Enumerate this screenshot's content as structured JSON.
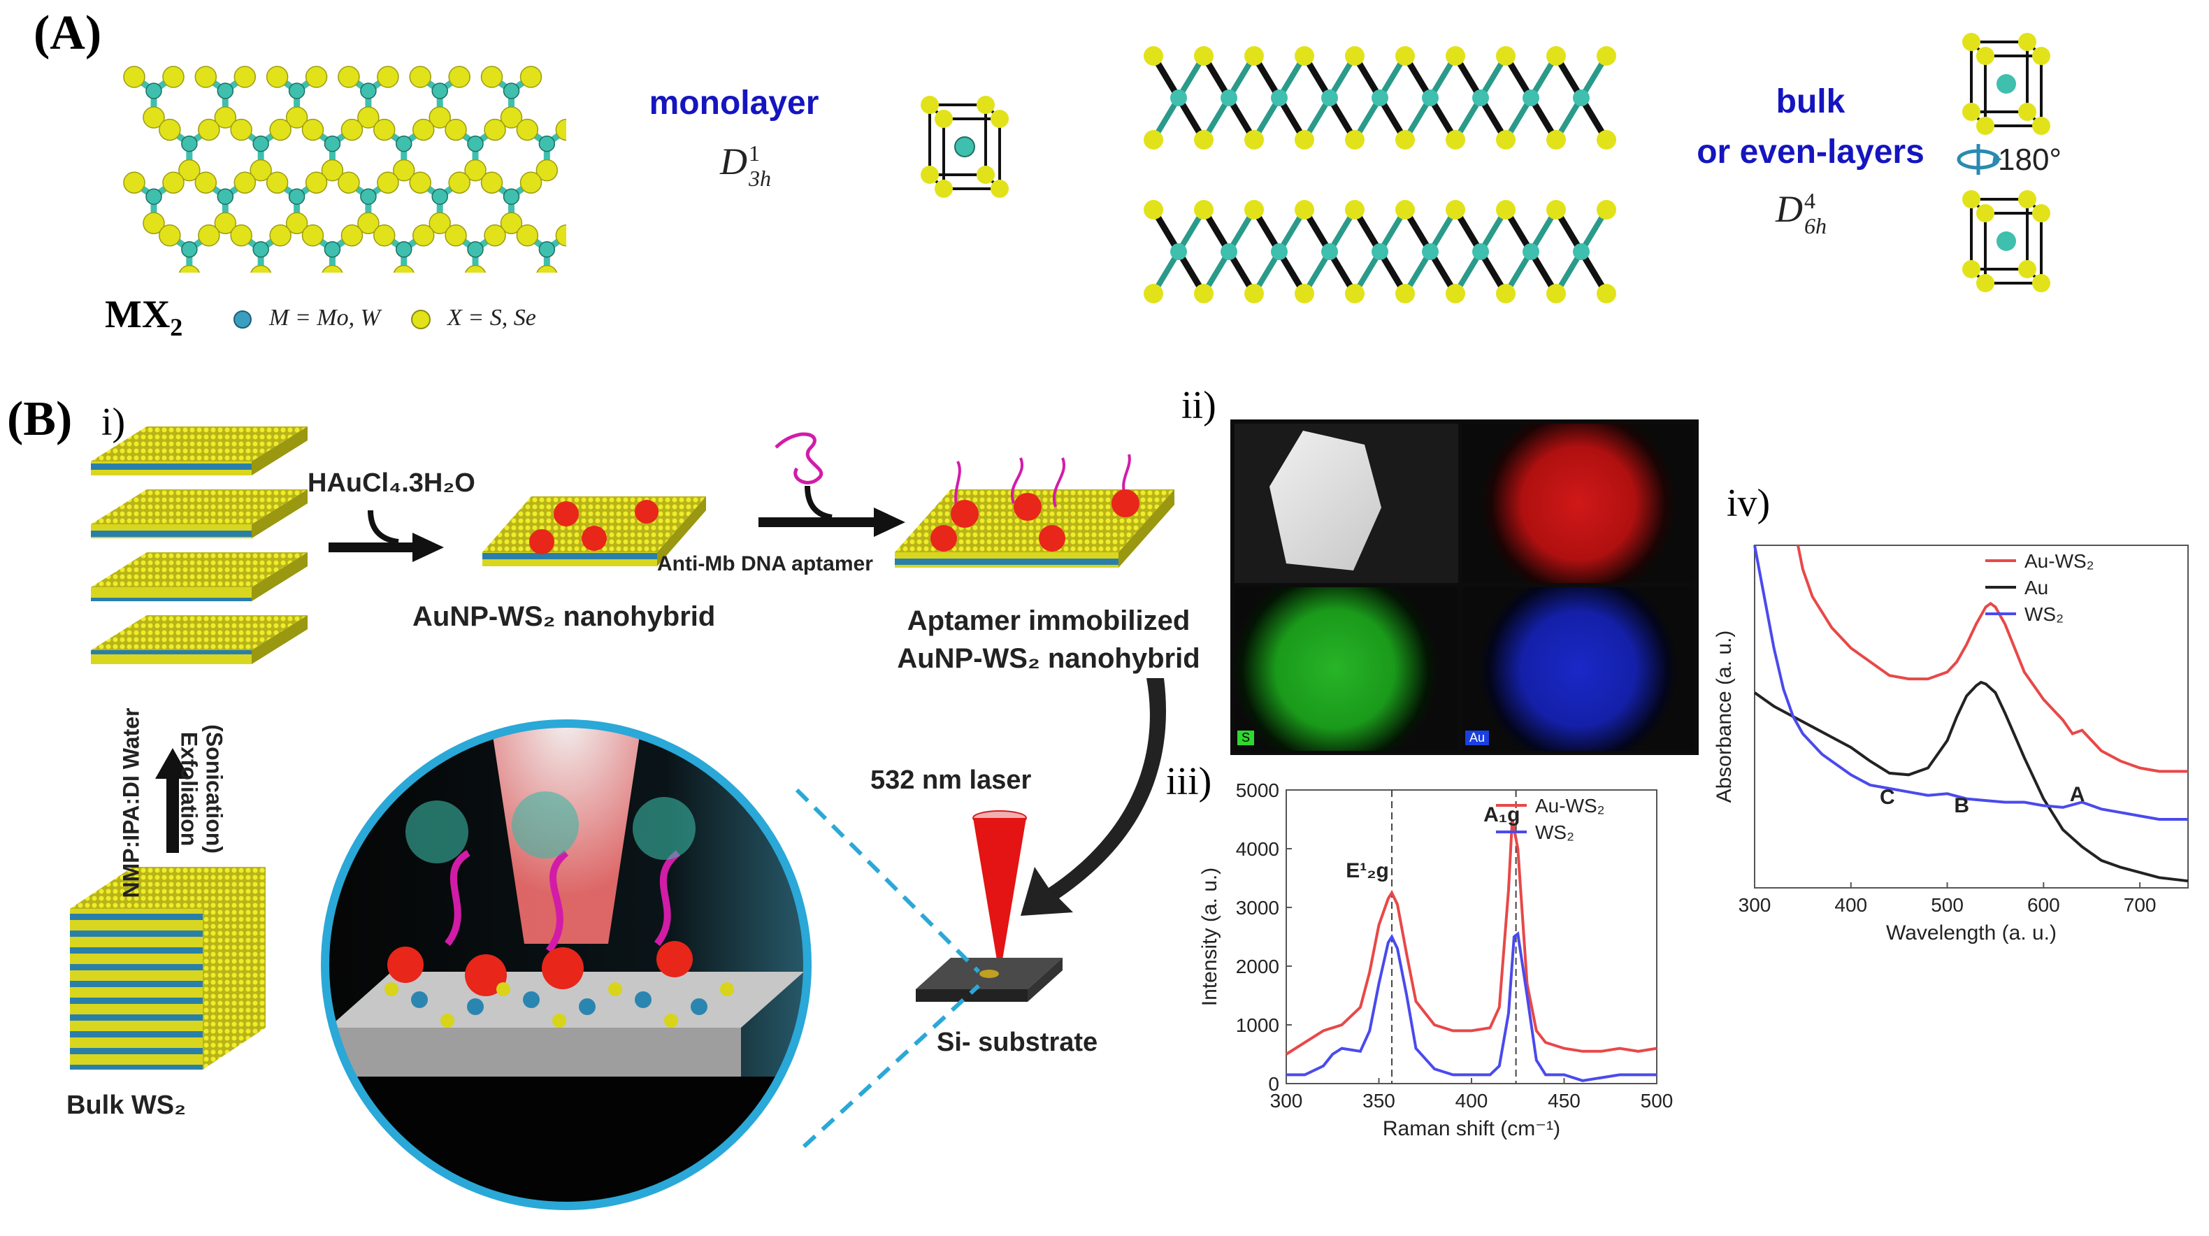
{
  "panelA": {
    "label": "(A)",
    "monolayer_label": "monolayer",
    "monolayer_symbol": {
      "base": "D",
      "sup": "1",
      "sub": "3h"
    },
    "bulk_label_line1": "bulk",
    "bulk_label_line2": "or even-layers",
    "bulk_symbol": {
      "base": "D",
      "sup": "4",
      "sub": "6h"
    },
    "rotation": "180°",
    "formula": {
      "base": "MX",
      "sub": "2"
    },
    "legend_m": "M = Mo, W",
    "legend_x": "X = S, Se"
  },
  "panelB": {
    "label": "(B)",
    "sub_i": "i)",
    "sub_ii": "ii)",
    "sub_iii": "iii)",
    "sub_iv": "iv)",
    "reagent": "HAuCl₄.3H₂O",
    "nanohybrid": "AuNP-WS₂ nanohybrid",
    "aptamer": "Anti-Mb DNA aptamer",
    "immobilized_line1": "Aptamer immobilized",
    "immobilized_line2": "AuNP-WS₂ nanohybrid",
    "laser": "532 nm laser",
    "substrate": "Si- substrate",
    "bulk": "Bulk WS₂",
    "solvent": "NMP:IPA:DI Water",
    "exfoliation_line1": "Exfoliation",
    "exfoliation_line2": "(Sonication)",
    "map_s": "S",
    "map_au": "Au"
  },
  "colors": {
    "yellow": "#e2e21a",
    "teal": "#3fbfae",
    "red_np": "#e8261a",
    "blue_label": "#1515c0",
    "au_ws2": "#e84848",
    "au": "#222222",
    "ws2": "#4a4aee"
  },
  "chart_data": [
    {
      "type": "line",
      "panel": "iii)",
      "xlabel": "Raman shift (cm⁻¹)",
      "ylabel": "Intensity (a. u.)",
      "xlim": [
        300,
        500
      ],
      "ylim": [
        0,
        5000
      ],
      "xticks": [
        300,
        350,
        400,
        450,
        500
      ],
      "yticks": [
        0,
        1000,
        2000,
        3000,
        4000,
        5000
      ],
      "legend_placement": "top-right",
      "peak_labels": [
        {
          "text": "E¹₂g",
          "x": 357
        },
        {
          "text": "A₁g",
          "x": 422
        }
      ],
      "series": [
        {
          "name": "Au-WS₂",
          "color": "#e84848",
          "x": [
            300,
            310,
            320,
            330,
            340,
            345,
            350,
            355,
            357,
            360,
            365,
            370,
            380,
            390,
            400,
            410,
            415,
            420,
            422,
            425,
            430,
            435,
            440,
            450,
            460,
            470,
            480,
            490,
            500
          ],
          "y": [
            500,
            700,
            900,
            1000,
            1300,
            1900,
            2700,
            3150,
            3250,
            3050,
            2200,
            1400,
            1000,
            900,
            900,
            950,
            1300,
            3300,
            4500,
            4000,
            1700,
            900,
            700,
            600,
            550,
            550,
            600,
            550,
            600
          ]
        },
        {
          "name": "WS₂",
          "color": "#4a4aee",
          "x": [
            300,
            310,
            320,
            325,
            330,
            340,
            345,
            350,
            355,
            357,
            360,
            365,
            370,
            380,
            390,
            400,
            410,
            415,
            420,
            423,
            425,
            430,
            435,
            440,
            450,
            460,
            470,
            480,
            490,
            500
          ],
          "y": [
            150,
            150,
            300,
            500,
            600,
            550,
            900,
            1700,
            2400,
            2500,
            2300,
            1500,
            600,
            250,
            150,
            150,
            150,
            300,
            1200,
            2500,
            2550,
            1500,
            400,
            150,
            150,
            50,
            100,
            150,
            150,
            150
          ]
        }
      ]
    },
    {
      "type": "line",
      "panel": "iv)",
      "xlabel": "Wavelength (a. u.)",
      "ylabel": "Absorbance (a. u.)",
      "xlim": [
        300,
        750
      ],
      "xticks": [
        300,
        400,
        500,
        600,
        700
      ],
      "legend_placement": "top-right",
      "peak_labels": [
        {
          "text": "C",
          "x": 445
        },
        {
          "text": "B",
          "x": 515
        },
        {
          "text": "A",
          "x": 635
        }
      ],
      "series": [
        {
          "name": "Au-WS₂",
          "color": "#e84848",
          "x": [
            345,
            350,
            360,
            380,
            400,
            420,
            440,
            460,
            480,
            500,
            510,
            520,
            530,
            540,
            545,
            550,
            560,
            570,
            580,
            600,
            620,
            630,
            640,
            660,
            680,
            700,
            720,
            750
          ],
          "y": [
            1.0,
            0.93,
            0.85,
            0.76,
            0.7,
            0.66,
            0.62,
            0.61,
            0.61,
            0.63,
            0.66,
            0.71,
            0.77,
            0.82,
            0.83,
            0.82,
            0.77,
            0.7,
            0.63,
            0.55,
            0.49,
            0.45,
            0.46,
            0.4,
            0.37,
            0.35,
            0.34,
            0.34
          ]
        },
        {
          "name": "Au",
          "color": "#222222",
          "x": [
            300,
            320,
            340,
            360,
            380,
            400,
            420,
            440,
            460,
            480,
            500,
            510,
            520,
            530,
            535,
            540,
            550,
            560,
            580,
            600,
            620,
            640,
            660,
            680,
            700,
            720,
            750
          ],
          "y": [
            0.57,
            0.53,
            0.5,
            0.47,
            0.44,
            0.41,
            0.37,
            0.335,
            0.33,
            0.35,
            0.43,
            0.5,
            0.56,
            0.59,
            0.6,
            0.595,
            0.57,
            0.51,
            0.38,
            0.26,
            0.17,
            0.12,
            0.08,
            0.06,
            0.045,
            0.03,
            0.02
          ]
        },
        {
          "name": "WS₂",
          "color": "#4a4aee",
          "x": [
            300,
            310,
            320,
            330,
            340,
            350,
            360,
            370,
            380,
            390,
            400,
            420,
            440,
            460,
            480,
            500,
            520,
            540,
            560,
            580,
            600,
            620,
            640,
            660,
            680,
            700,
            720,
            750
          ],
          "y": [
            1.0,
            0.85,
            0.7,
            0.58,
            0.5,
            0.45,
            0.42,
            0.39,
            0.37,
            0.35,
            0.33,
            0.3,
            0.29,
            0.28,
            0.27,
            0.275,
            0.26,
            0.255,
            0.25,
            0.25,
            0.24,
            0.235,
            0.25,
            0.23,
            0.22,
            0.21,
            0.2,
            0.2
          ]
        }
      ]
    }
  ]
}
